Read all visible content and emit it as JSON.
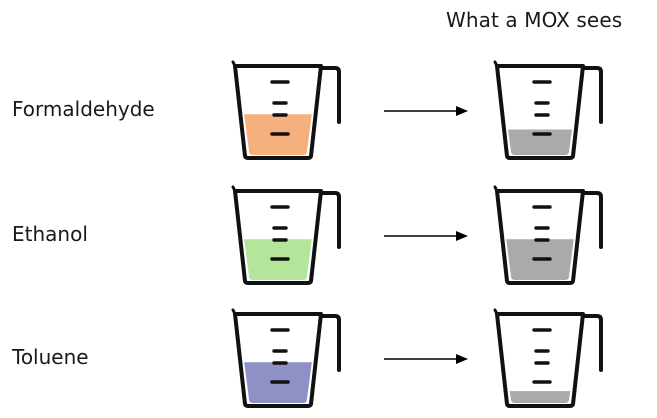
{
  "header": "What a MOX sees",
  "rows": [
    {
      "label": "Formaldehyde",
      "fill_color": "#F4B17E",
      "input_level": 0.48,
      "mox_level": 0.3
    },
    {
      "label": "Ethanol",
      "fill_color": "#B3E59B",
      "input_level": 0.48,
      "mox_level": 0.48
    },
    {
      "label": "Toluene",
      "fill_color": "#8E90C6",
      "input_level": 0.48,
      "mox_level": 0.14
    }
  ],
  "mox_fill_color": "#AAAAAA",
  "icons": {
    "cup": "measuring-cup-icon",
    "arrow": "arrow-right-icon"
  }
}
